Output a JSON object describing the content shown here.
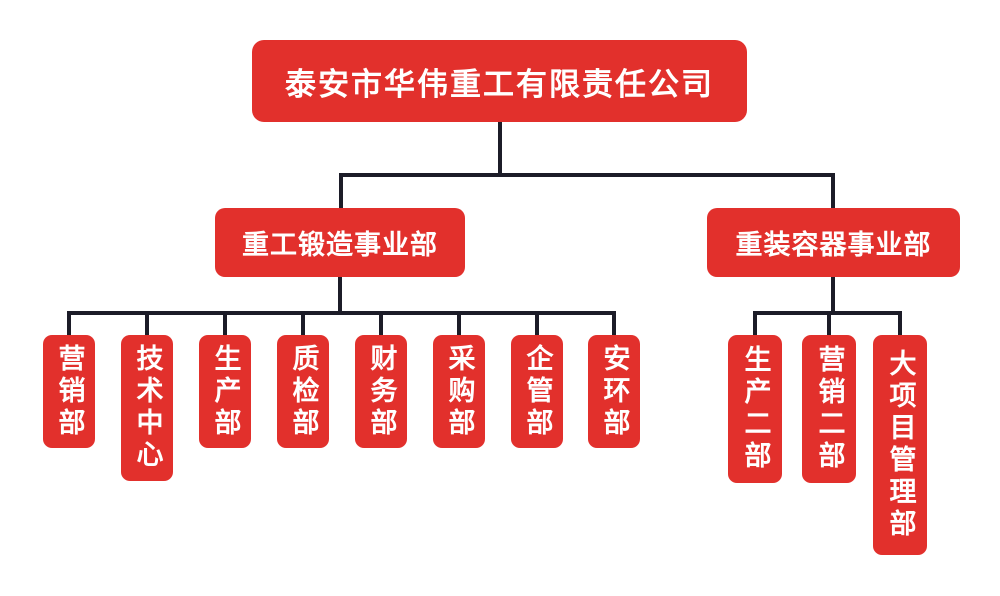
{
  "company": {
    "name": "泰安市华伟重工有限责任公司"
  },
  "divisions": [
    {
      "label": "重工锻造事业部",
      "departments": [
        {
          "label": "营销部"
        },
        {
          "label": "技术中心"
        },
        {
          "label": "生产部"
        },
        {
          "label": "质检部"
        },
        {
          "label": "财务部"
        },
        {
          "label": "采购部"
        },
        {
          "label": "企管部"
        },
        {
          "label": "安环部"
        }
      ]
    },
    {
      "label": "重装容器事业部",
      "departments": [
        {
          "label": "生产二部"
        },
        {
          "label": "营销二部"
        },
        {
          "label": "大项目管理部"
        }
      ]
    }
  ],
  "colors": {
    "node_red": "#E2302C",
    "connector": "#1C1C28",
    "node_text": "#FFFFFF",
    "background": "#FFFFFF"
  }
}
